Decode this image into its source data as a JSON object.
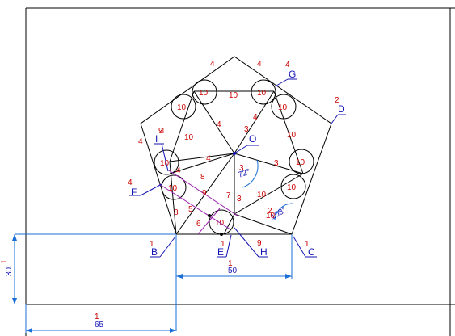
{
  "points": [
    {
      "name": "B",
      "sub": "1"
    },
    {
      "name": "C",
      "sub": "1"
    },
    {
      "name": "D",
      "sub": "2"
    },
    {
      "name": "E",
      "sub": "1"
    },
    {
      "name": "F",
      "sub": "4"
    },
    {
      "name": "G",
      "sub": "4"
    },
    {
      "name": "H",
      "sub": "9"
    },
    {
      "name": "I",
      "sub": "9"
    },
    {
      "name": "O",
      "sub": "3"
    }
  ],
  "circle_values": [
    "10",
    "10",
    "10",
    "10",
    "10",
    "10",
    "10",
    "10",
    "10"
  ],
  "edge_labels": {
    "top_left": "4",
    "top_right": "4",
    "left_outer": "4",
    "upper_mid": "10",
    "spoke_left": "4",
    "spoke_right": "4",
    "spoke_gi": "3",
    "left_mid": "10",
    "right_mid": "10",
    "lower_left_edge": "10",
    "io_edge": "4",
    "oi_edge": "4",
    "of_edge": "6",
    "fo_val": "8",
    "diag9": "9",
    "diag5": "5",
    "diag8": "8",
    "diag6": "6",
    "v7": "7",
    "v3": "3",
    "o3": "3",
    "oc3": "3",
    "c10": "10",
    "c2": "2"
  },
  "angles": {
    "a72": "72°",
    "a108": "108°"
  },
  "dims": {
    "d30": "30",
    "d30_sub": "1",
    "d50": "50",
    "d50_sub": "1",
    "d65": "65",
    "d65_sub": "1"
  }
}
